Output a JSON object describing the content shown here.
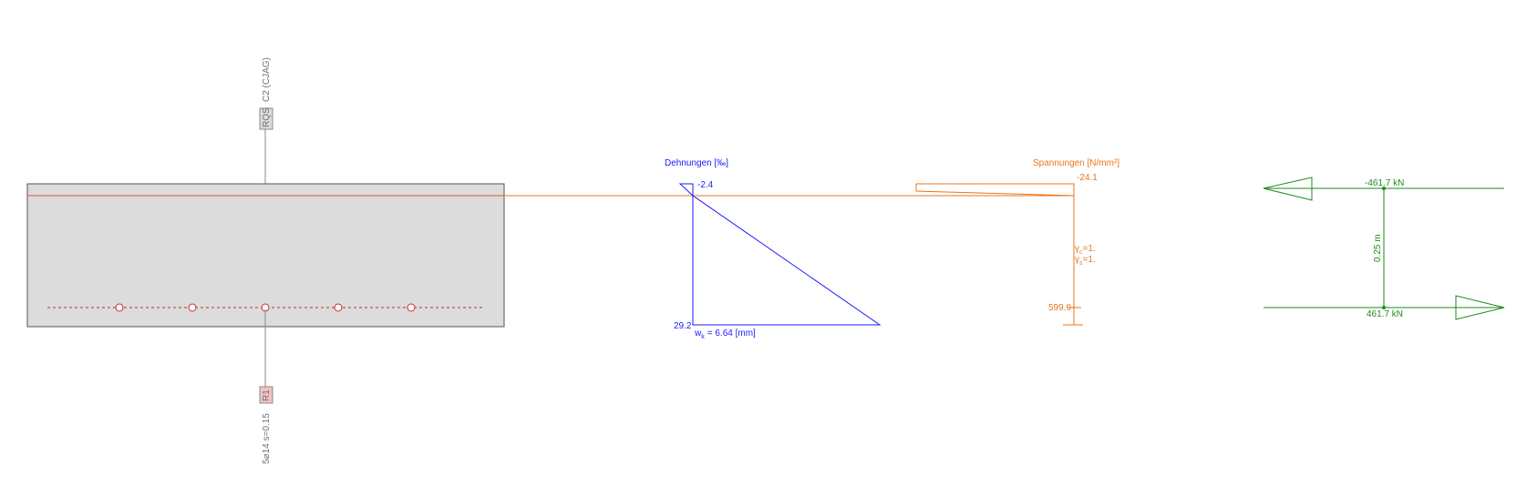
{
  "section": {
    "material_label": "C2 (CJAG)",
    "tag_top": "RQS",
    "tag_bottom": "R1",
    "reinforcement_label": "5⌀14 s=0.15",
    "bar_count": 5
  },
  "strain": {
    "title": "Dehnungen [‰]",
    "top_value": "-2.4",
    "bottom_value": "29.2",
    "crack_width_symbol": "w",
    "crack_width_subscript": "k",
    "crack_width_text": "= 6.64 [mm]"
  },
  "stress": {
    "title": "Spannungen [N/mm²]",
    "top_value": "-24.1",
    "bottom_value": "599.9",
    "gamma_c_symbol": "γ",
    "gamma_c_subscript": "c",
    "gamma_c_value": "=1.",
    "gamma_s_symbol": "γ",
    "gamma_s_subscript": "s",
    "gamma_s_value": "=1."
  },
  "forces": {
    "compression_label": "-461.7 kN",
    "tension_label": "461.7 kN",
    "lever_arm_label": "0.25 m"
  },
  "colors": {
    "section_fill": "#dcdcdc",
    "section_stroke": "#555555",
    "reinforcement": "#cc2a2a",
    "neutral_axis": "#e8761c",
    "strain": "#1a1aff",
    "stress": "#e8761c",
    "forces": "#1e8a1e",
    "labels": "#707070"
  }
}
